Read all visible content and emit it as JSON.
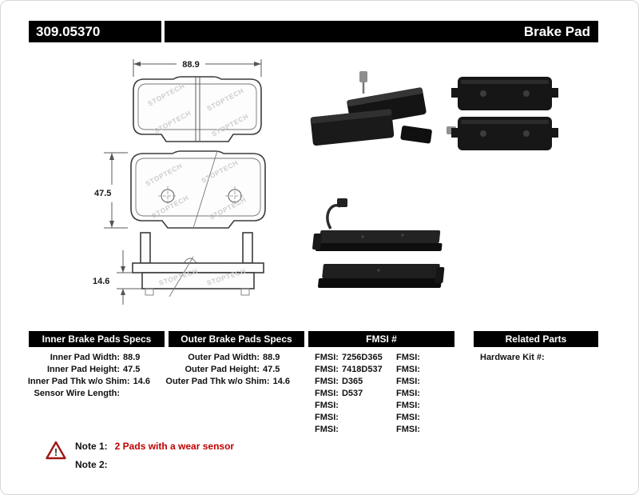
{
  "header": {
    "part_number": "309.05370",
    "product_type": "Brake Pad"
  },
  "drawings": {
    "watermark": "STOPTECH",
    "width_dim": "88.9",
    "height_dim": "47.5",
    "thickness_dim": "14.6"
  },
  "specs": {
    "inner": {
      "title": "Inner Brake Pads Specs",
      "rows": [
        {
          "label": "Inner Pad Width:",
          "value": "88.9"
        },
        {
          "label": "Inner Pad Height:",
          "value": "47.5"
        },
        {
          "label": "Inner Pad Thk w/o Shim:",
          "value": "14.6"
        },
        {
          "label": "Sensor Wire Length:",
          "value": ""
        }
      ]
    },
    "outer": {
      "title": "Outer Brake Pads Specs",
      "rows": [
        {
          "label": "Outer Pad Width:",
          "value": "88.9"
        },
        {
          "label": "Outer Pad Height:",
          "value": "47.5"
        },
        {
          "label": "Outer Pad Thk w/o Shim:",
          "value": "14.6"
        }
      ]
    },
    "fmsi": {
      "title": "FMSI #",
      "col1": [
        {
          "label": "FMSI:",
          "value": "7256D365"
        },
        {
          "label": "FMSI:",
          "value": "7418D537"
        },
        {
          "label": "FMSI:",
          "value": "D365"
        },
        {
          "label": "FMSI:",
          "value": "D537"
        },
        {
          "label": "FMSI:",
          "value": ""
        },
        {
          "label": "FMSI:",
          "value": ""
        },
        {
          "label": "FMSI:",
          "value": ""
        }
      ],
      "col2": [
        {
          "label": "FMSI:",
          "value": ""
        },
        {
          "label": "FMSI:",
          "value": ""
        },
        {
          "label": "FMSI:",
          "value": ""
        },
        {
          "label": "FMSI:",
          "value": ""
        },
        {
          "label": "FMSI:",
          "value": ""
        },
        {
          "label": "FMSI:",
          "value": ""
        },
        {
          "label": "FMSI:",
          "value": ""
        }
      ]
    },
    "related": {
      "title": "Related Parts",
      "rows": [
        {
          "label": "Hardware Kit #:",
          "value": ""
        }
      ]
    }
  },
  "notes": {
    "note1_label": "Note 1:",
    "note1_text": "2 Pads with a wear sensor",
    "note2_label": "Note 2:",
    "note2_text": ""
  }
}
